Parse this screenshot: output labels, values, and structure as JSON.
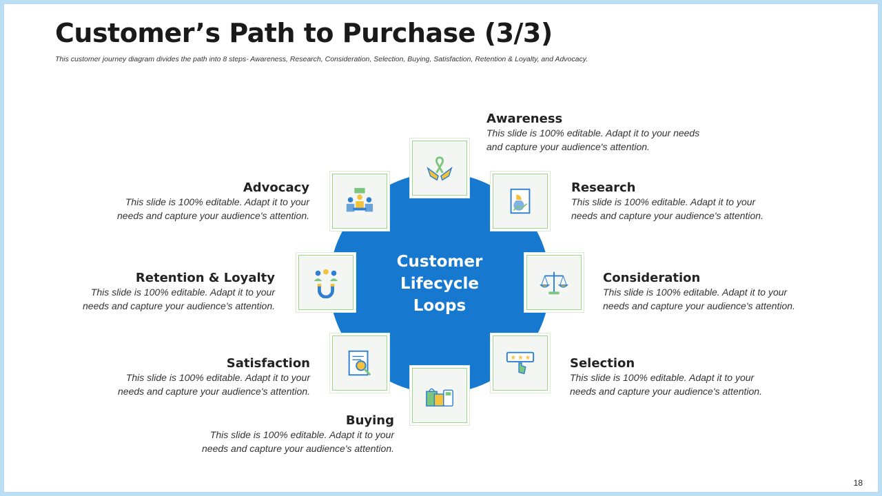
{
  "title": "Customer’s Path to Purchase (3/3)",
  "subtitle": "This customer journey diagram divides the path into 8 steps- Awareness, Research, Consideration, Selection, Buying, Satisfaction, Retention & Loyalty, and Advocacy.",
  "hub": {
    "label_line1": "Customer",
    "label_line2": "Lifecycle",
    "label_line3": "Loops"
  },
  "steps": [
    {
      "name": "Awareness",
      "desc_line1": "This slide is 100% editable. Adapt it to your needs",
      "desc_line2": "and capture your audience's attention.",
      "icon": "ribbon-hands-icon"
    },
    {
      "name": "Research",
      "desc_line1": "This slide is 100% editable. Adapt it to your",
      "desc_line2": "needs and capture your audience's attention.",
      "icon": "report-chart-icon"
    },
    {
      "name": "Consideration",
      "desc_line1": "This slide is 100% editable. Adapt it to your",
      "desc_line2": "needs and capture your audience's attention.",
      "icon": "scale-icon"
    },
    {
      "name": "Selection",
      "desc_line1": "This slide is 100% editable. Adapt it to your",
      "desc_line2": "needs and capture your audience's attention.",
      "icon": "rating-pointer-icon"
    },
    {
      "name": "Buying",
      "desc_line1": "This slide is 100% editable. Adapt it to your",
      "desc_line2": "needs and capture your audience's attention.",
      "icon": "shopping-bags-icon"
    },
    {
      "name": "Satisfaction",
      "desc_line1": "This slide is 100% editable. Adapt it to your",
      "desc_line2": "needs and capture your audience's attention.",
      "icon": "document-magnifier-icon"
    },
    {
      "name": "Retention & Loyalty",
      "desc_line1": "This slide is 100% editable. Adapt it to your",
      "desc_line2": "needs and capture your audience's attention.",
      "icon": "people-magnet-icon"
    },
    {
      "name": "Advocacy",
      "desc_line1": "This slide is 100% editable. Adapt it to your",
      "desc_line2": "needs and capture your audience's attention.",
      "icon": "meeting-icon"
    }
  ],
  "page_number": "18",
  "colors": {
    "hub": "#1778d0",
    "tile_border": "#9fd48b",
    "frame": "#b9def2",
    "icon_blue": "#2f7fd1",
    "icon_yellow": "#f3c13a",
    "icon_green": "#7bc67e"
  }
}
